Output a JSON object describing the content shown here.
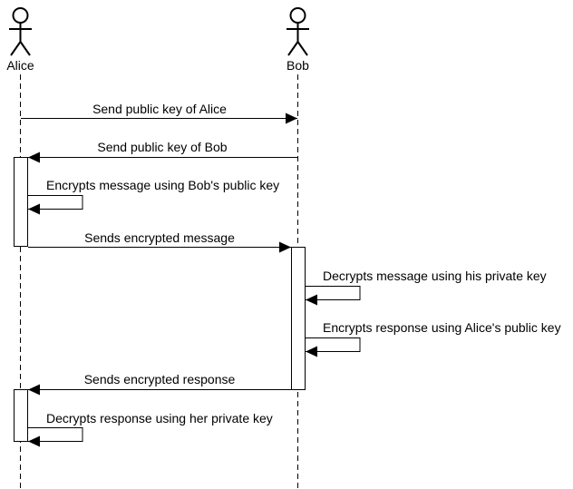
{
  "participants": {
    "alice": {
      "name": "Alice"
    },
    "bob": {
      "name": "Bob"
    }
  },
  "messages": [
    {
      "label": "Send public key of Alice",
      "from": "alice",
      "to": "bob"
    },
    {
      "label": "Send public key of Bob",
      "from": "bob",
      "to": "alice"
    },
    {
      "label": "Encrypts message using Bob's public key",
      "from": "alice",
      "to": "alice"
    },
    {
      "label": "Sends encrypted message",
      "from": "alice",
      "to": "bob"
    },
    {
      "label": "Decrypts message using his private key",
      "from": "bob",
      "to": "bob"
    },
    {
      "label": "Encrypts response using Alice's public key",
      "from": "bob",
      "to": "bob"
    },
    {
      "label": "Sends encrypted response",
      "from": "bob",
      "to": "alice"
    },
    {
      "label": "Decrypts response using her private key",
      "from": "alice",
      "to": "alice"
    }
  ]
}
